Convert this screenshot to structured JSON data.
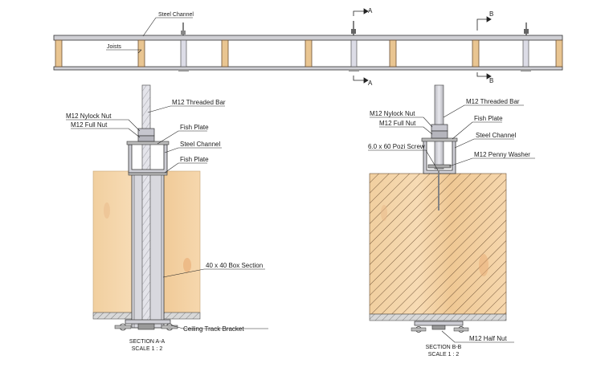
{
  "top_view": {
    "steel_channel": "Steel Channel",
    "joists": "Joists",
    "section_a_top": "A",
    "section_a_bottom": "A",
    "section_b_top": "B",
    "section_b_bottom": "B"
  },
  "section_a": {
    "nylock_nut": "M12 Nylock Nut",
    "full_nut": "M12 Full Nut",
    "threaded_bar": "M12 Threaded Bar",
    "fish_plate_top": "Fish Plate",
    "steel_channel": "Steel Channel",
    "fish_plate_bottom": "Fish Plate",
    "box_section": "40 x 40 Box Section",
    "ceiling_track_bracket": "Ceiling Track Bracket",
    "title": "SECTION A-A",
    "scale": "SCALE 1 : 2"
  },
  "section_b": {
    "nylock_nut": "M12 Nylock Nut",
    "full_nut": "M12 Full Nut",
    "threaded_bar": "M12 Threaded Bar",
    "fish_plate": "Fish Plate",
    "pozi_screw": "6.0 x 60 Pozi Screw",
    "steel_channel": "Steel Channel",
    "penny_washer": "M12 Penny Washer",
    "half_nut": "M12  Half Nut",
    "title": "SECTION B-B",
    "scale": "SCALE 1 : 2"
  },
  "colors": {
    "steel": "#d2d2d6",
    "timber": "#f3d3a8",
    "timber_stripe": "#e5b784",
    "hatch": "#7a5a3a",
    "line": "#222222"
  }
}
